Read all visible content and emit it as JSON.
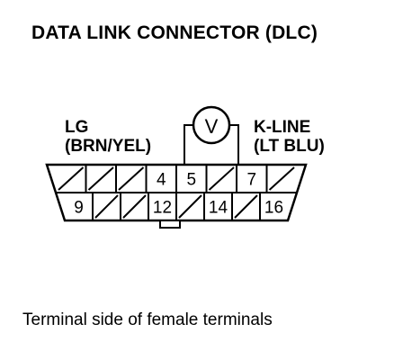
{
  "title": "DATA LINK CONNECTOR (DLC)",
  "left_label": {
    "line1": "LG",
    "line2": "(BRN/YEL)"
  },
  "right_label": {
    "line1": "K-LINE",
    "line2": "(LT BLU)"
  },
  "meter_symbol": "V",
  "top_row": [
    "",
    "",
    "",
    "4",
    "5",
    "",
    "7",
    ""
  ],
  "bottom_row": [
    "9",
    "",
    "",
    "12",
    "",
    "14",
    "",
    "16"
  ],
  "caption": "Terminal side of female terminals"
}
